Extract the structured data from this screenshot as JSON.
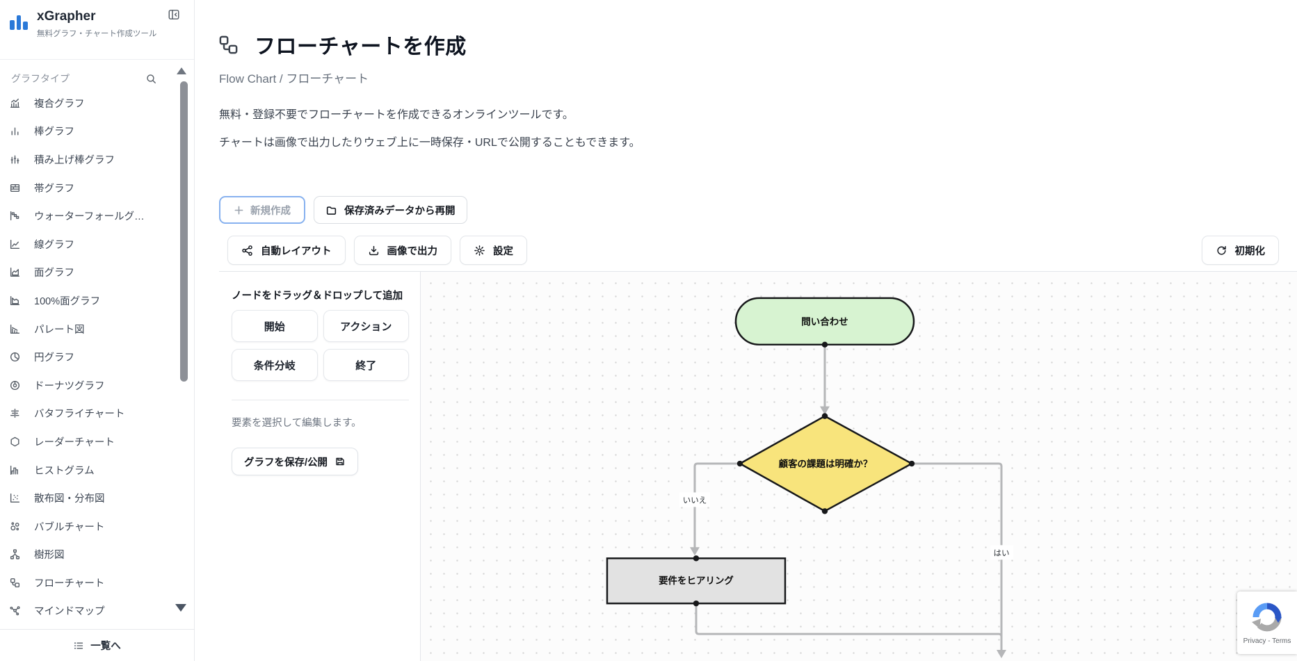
{
  "sidebar": {
    "logo_title": "xGrapher",
    "logo_subtitle": "無料グラフ・チャート作成ツール",
    "section_label": "グラフタイプ",
    "items": [
      {
        "label": "複合グラフ"
      },
      {
        "label": "棒グラフ"
      },
      {
        "label": "積み上げ棒グラフ"
      },
      {
        "label": "帯グラフ"
      },
      {
        "label": "ウォーターフォールグ…"
      },
      {
        "label": "線グラフ"
      },
      {
        "label": "面グラフ"
      },
      {
        "label": "100%面グラフ"
      },
      {
        "label": "パレート図"
      },
      {
        "label": "円グラフ"
      },
      {
        "label": "ドーナツグラフ"
      },
      {
        "label": "バタフライチャート"
      },
      {
        "label": "レーダーチャート"
      },
      {
        "label": "ヒストグラム"
      },
      {
        "label": "散布図・分布図"
      },
      {
        "label": "バブルチャート"
      },
      {
        "label": "樹形図"
      },
      {
        "label": "フローチャート"
      },
      {
        "label": "マインドマップ"
      }
    ],
    "footer_list_label": "一覧へ"
  },
  "header": {
    "title": "フローチャートを作成",
    "breadcrumb": "Flow Chart / フローチャート",
    "description_line1": "無料・登録不要でフローチャートを作成できるオンラインツールです。",
    "description_line2": "チャートは画像で出力したりウェブ上に一時保存・URLで公開することもできます。",
    "new_button": "新規作成",
    "resume_button": "保存済みデータから再開"
  },
  "toolbar": {
    "auto_layout": "自動レイアウト",
    "export_image": "画像で出力",
    "settings": "設定",
    "reset": "初期化"
  },
  "tool_panel": {
    "drag_hint": "ノードをドラッグ＆ドロップして追加",
    "node_buttons": [
      "開始",
      "アクション",
      "条件分岐",
      "終了"
    ],
    "select_hint": "要素を選択して編集します。",
    "save_label": "グラフを保存/公開"
  },
  "flowchart": {
    "nodes": [
      {
        "type": "terminal",
        "label": "問い合わせ",
        "fill": "#d7f3d1"
      },
      {
        "type": "decision",
        "label": "顧客の課題は明確か？",
        "fill": "#f8e47c"
      },
      {
        "type": "process",
        "label": "要件をヒアリング",
        "fill": "#e2e2e2"
      }
    ],
    "edge_labels": {
      "no": "いいえ",
      "yes": "はい"
    }
  },
  "recaptcha": {
    "label": "Privacy - Terms"
  },
  "colors": {
    "accent_blue": "#2a79d8",
    "edge_gray": "#b5b6b8"
  }
}
